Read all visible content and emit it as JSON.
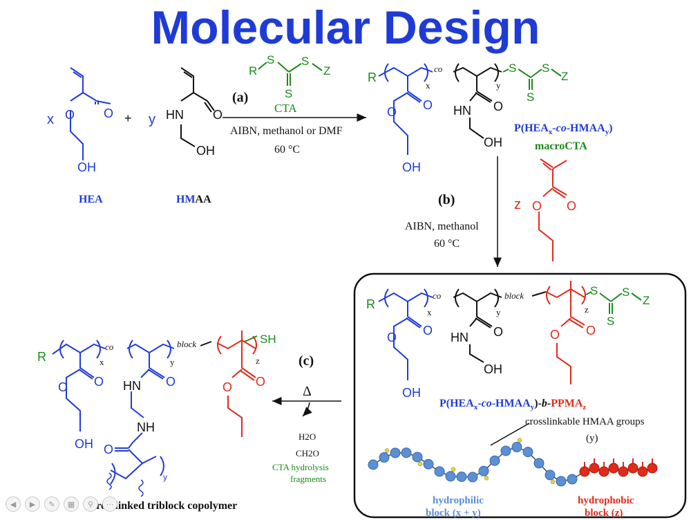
{
  "title": "Molecular Design",
  "colors": {
    "title": "#1f3bd6",
    "blue": "#1f3bd6",
    "green": "#1a8a1a",
    "red": "#e02a1a",
    "black": "#111111",
    "bead_blue": "#5b8fd6",
    "bead_red": "#e02a1a",
    "bead_yellow": "#e6d52a"
  },
  "monomers": {
    "hea": {
      "coef": "x",
      "label": "HEA",
      "oh": "OH",
      "o1": "O",
      "o2": "O"
    },
    "plus": "+",
    "hmaa": {
      "coef": "y",
      "label_bold_blue": "HM",
      "label_bold_black": "AA",
      "hn": "HN",
      "oh": "OH",
      "o": "O"
    }
  },
  "step_a": {
    "label": "(a)",
    "cta_r": "R",
    "cta_s1": "S",
    "cta_s2": "S",
    "cta_s3": "S",
    "cta_z": "Z",
    "cta_name": "CTA",
    "cond1": "AIBN, methanol or DMF",
    "cond2": "60 °C"
  },
  "macro": {
    "r": "R",
    "co": "co",
    "x": "x",
    "y": "y",
    "s1": "S",
    "s2": "S",
    "s3": "S",
    "z": "Z",
    "o1": "O",
    "o2": "O",
    "oh1": "OH",
    "hn": "HN",
    "o3": "O",
    "oh2": "OH",
    "name_pre": "P(HEA",
    "name_x": "x",
    "name_co": "co",
    "name_mid": "-HMAA",
    "name_y": "y",
    "name_post": ")",
    "name2": "macroCTA"
  },
  "step_b": {
    "label": "(b)",
    "cond1": "AIBN, methanol",
    "cond2": "60 °C",
    "monomer": {
      "coef": "z",
      "o1": "O",
      "o2": "O"
    }
  },
  "block": {
    "r": "R",
    "co": "co",
    "block": "block",
    "x": "x",
    "y": "y",
    "z": "z",
    "s1": "S",
    "s2": "S",
    "s3": "S",
    "zz": "Z",
    "o1": "O",
    "o2": "O",
    "oh1": "OH",
    "hn": "HN",
    "o3": "O",
    "oh2": "OH",
    "o4": "O",
    "o5": "O",
    "name_a": "P(HEA",
    "name_x": "x",
    "name_dash": "-",
    "name_co": "co",
    "name_mid": "-HMAA",
    "name_y": "y",
    "name_b": ")-",
    "name_bb": "b",
    "name_dash2": "-",
    "name_red": "PPMA",
    "name_z": "z",
    "crosslink_note1": "crosslinkable HMAA groups",
    "crosslink_note2": "(y)",
    "hydrophilic1": "hydrophilic",
    "hydrophilic2": "block (x + y)",
    "hydrophobic1": "hydrophobic",
    "hydrophobic2": "block (z)"
  },
  "step_c": {
    "label": "(c)",
    "delta": "Δ",
    "byp1": "H2O",
    "byp2": "CH2O",
    "byp3": "CTA hydrolysis",
    "byp4": "fragments"
  },
  "product": {
    "r": "R",
    "co": "co",
    "block": "block",
    "x": "x",
    "y": "y",
    "z": "z",
    "sh": "SH",
    "o1": "O",
    "o2": "O",
    "oh": "OH",
    "hn": "HN",
    "o3": "O",
    "nh": "NH",
    "o4": "O",
    "o5": "O",
    "o6": "O",
    "y2": "y",
    "name": "crosslinked triblock copolymer"
  },
  "controls": [
    "prev-icon",
    "next-icon",
    "pen-icon",
    "slides-icon",
    "zoom-icon",
    "more-icon"
  ]
}
